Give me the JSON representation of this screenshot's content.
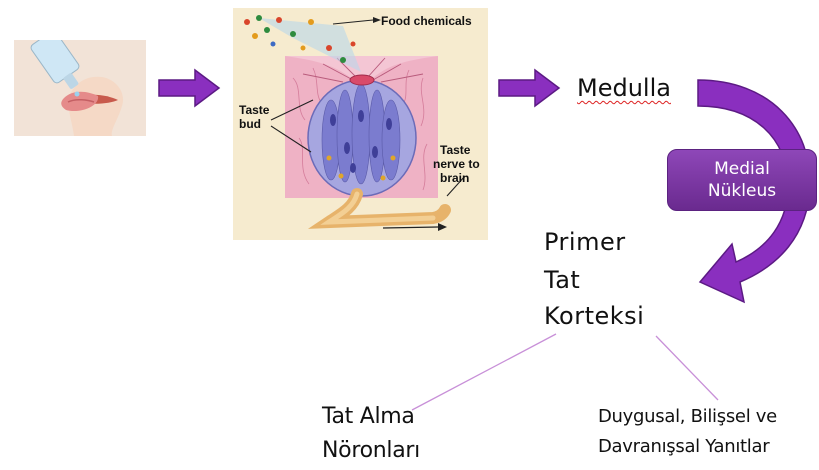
{
  "figure": {
    "food_chemicals": "Food chemicals",
    "taste_bud": [
      "Taste",
      "bud"
    ],
    "taste_nerve": [
      "Taste",
      "nerve to",
      "brain"
    ]
  },
  "flow": {
    "medulla": "Medulla",
    "medial_nucleus": [
      "Medial",
      "Nükleus"
    ],
    "primary_cortex": [
      "Primer",
      "Tat",
      "Korteksi"
    ],
    "taste_neurons": [
      "Tat Alma",
      "Nöronları"
    ],
    "responses": [
      "Duygusal, Bilişsel ve",
      "Davranışsal Yanıtlar"
    ]
  },
  "colors": {
    "arrow_purple": "#8a2fbf",
    "badge_purple": "#7d3aa6",
    "connector_line": "#c890d8"
  }
}
